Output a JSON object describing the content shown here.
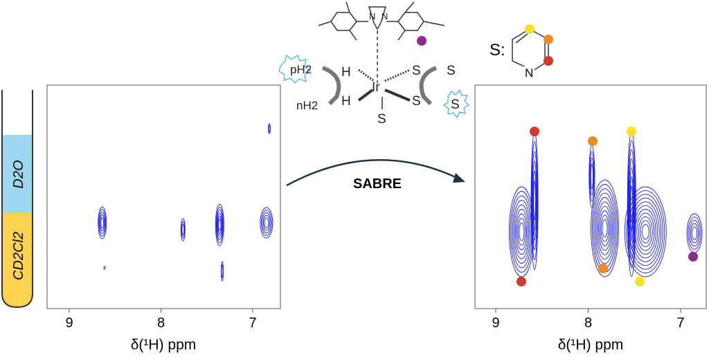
{
  "tube": {
    "upper_label": "D2O",
    "lower_label": "CD2Cl2",
    "upper_color": "#9ed8f0",
    "lower_color": "#fdd24f"
  },
  "complex": {
    "metal": "Ir",
    "ligand_h": "H",
    "substrate": "S",
    "ph2": "pH2",
    "nh2": "nH2",
    "n": "N"
  },
  "pyridine": {
    "label": "S:",
    "n": "N"
  },
  "arrow_label": "SABRE",
  "left_plot": {
    "xlabel": "δ(¹H) ppm",
    "ticks": [
      "9",
      "8",
      "7"
    ],
    "tick_values": [
      9,
      8,
      7
    ],
    "peaks_ppm": [
      8.64,
      7.76,
      7.36,
      6.85
    ]
  },
  "right_plot": {
    "xlabel": "δ(¹H) ppm",
    "ticks": [
      "9",
      "8",
      "7"
    ],
    "tick_values": [
      9,
      8,
      7
    ],
    "peaks_ppm": [
      8.72,
      8.58,
      7.96,
      7.82,
      7.53,
      7.38,
      6.85
    ]
  },
  "colors": {
    "contour": "#1a1aff",
    "red": "#d13a2c",
    "orange": "#f08c24",
    "yellow": "#f7e227",
    "purple": "#8e2a8e",
    "sparkle": "#3ab0e0"
  }
}
